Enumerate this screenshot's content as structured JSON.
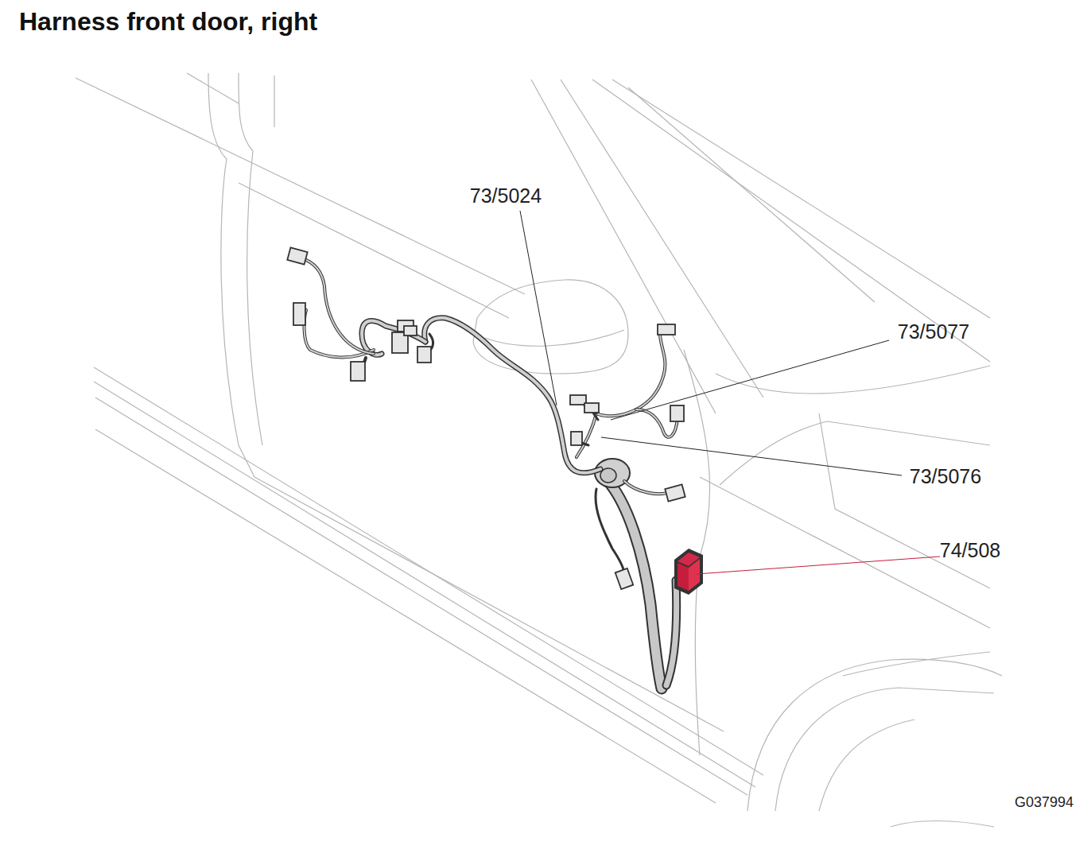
{
  "diagram": {
    "title": "Harness front door, right",
    "labels": [
      "73/5024",
      "73/5077",
      "73/5076",
      "74/508",
      "G037994"
    ]
  }
}
